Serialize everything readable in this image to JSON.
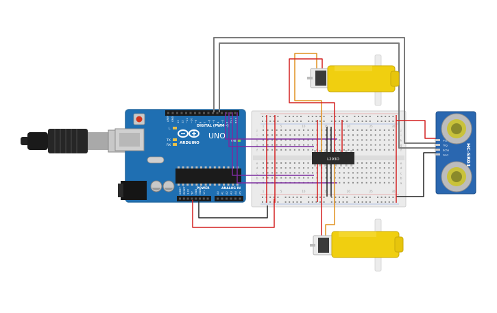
{
  "arduino": {
    "brand": "ARDUINO",
    "model": "UNO",
    "digital_header": "DIGITAL (PWM~)",
    "analog_header": "ANALOG IN",
    "power_header": "POWER",
    "aref": "AREF",
    "gnd": "GND",
    "led_l": "L",
    "led_tx": "TX",
    "led_rx": "RX",
    "on": "ON",
    "digital_pins": [
      "13",
      "12",
      "~11",
      "~10",
      "~9",
      "8",
      "7",
      "~6",
      "~5",
      "4",
      "~3",
      "2",
      "TX 1",
      "RX 0"
    ],
    "power_pins": [
      "IOREF",
      "RESET",
      "3.3V",
      "5V",
      "GND",
      "GND",
      "Vin"
    ],
    "analog_pins": [
      "A0",
      "A1",
      "A2",
      "A3",
      "A4",
      "A5"
    ]
  },
  "breadboard": {
    "row_letters_top": [
      "j",
      "i",
      "h",
      "g",
      "f"
    ],
    "row_letters_bottom": [
      "e",
      "d",
      "c",
      "b",
      "a"
    ],
    "column_numbers": [
      "1",
      "5",
      "10",
      "15",
      "20",
      "25",
      "30"
    ]
  },
  "ic": {
    "label": "L293D"
  },
  "sensor": {
    "model": "HC-SR04",
    "pins": [
      "Vcc",
      "Trig",
      "Echo",
      "Gnd"
    ]
  },
  "colors": {
    "board_blue": "#1f6fb2",
    "wire_gray": "#7b7b7b",
    "wire_purple": "#7a2a9e",
    "wire_red": "#d42020",
    "wire_black": "#222222",
    "wire_orange": "#e0901e",
    "motor_yellow": "#f0cf10"
  }
}
